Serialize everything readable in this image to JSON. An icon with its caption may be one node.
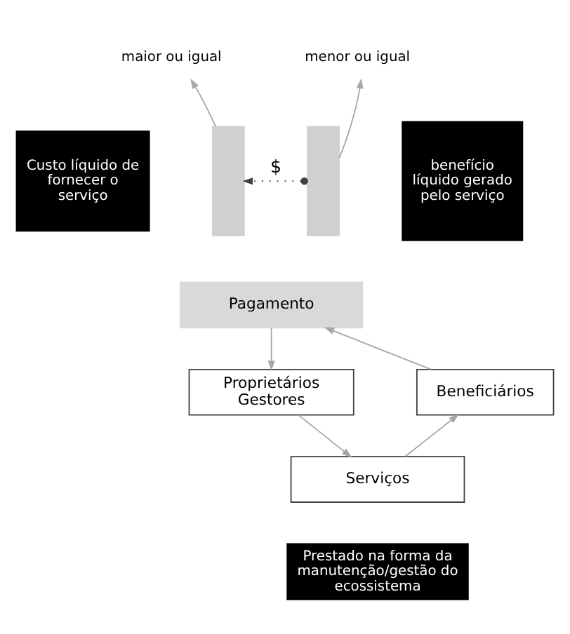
{
  "diagram": {
    "nodes": [
      {
        "text": [
          "maior ou igual"
        ]
      },
      {
        "text": [
          "menor ou igual"
        ]
      },
      {
        "text": [],
        "shape": "bar"
      },
      {
        "text": [
          "Custo líquido de fornecer o serviço"
        ]
      },
      {
        "text": [],
        "shape": "bar"
      },
      {
        "text": [
          "benefício líquido gerado pelo serviço"
        ]
      },
      {
        "text": [
          "Pagamento"
        ]
      },
      {
        "text": [
          "Proprietários Gestores"
        ]
      },
      {
        "text": [
          "Beneficiários"
        ]
      },
      {
        "text": [
          "Serviços"
        ]
      },
      {
        "text": [
          "Prestado na forma da manutenção/gestão do ecossistema"
        ]
      }
    ],
    "edges": [
      {
        "from": 2,
        "to": 0,
        "arrow": "to"
      },
      {
        "from": 4,
        "to": 1,
        "arrow": "to"
      },
      {
        "from": 4,
        "to": 2,
        "arrow": "to",
        "label": "$",
        "style": "dashed",
        "color": "#404040"
      },
      {
        "from": 6,
        "to": 7,
        "arrow": "to"
      },
      {
        "from": 7,
        "to": 9,
        "arrow": "to"
      },
      {
        "from": 9,
        "to": 8,
        "arrow": "to"
      },
      {
        "from": 8,
        "to": 6,
        "arrow": "to"
      }
    ]
  }
}
